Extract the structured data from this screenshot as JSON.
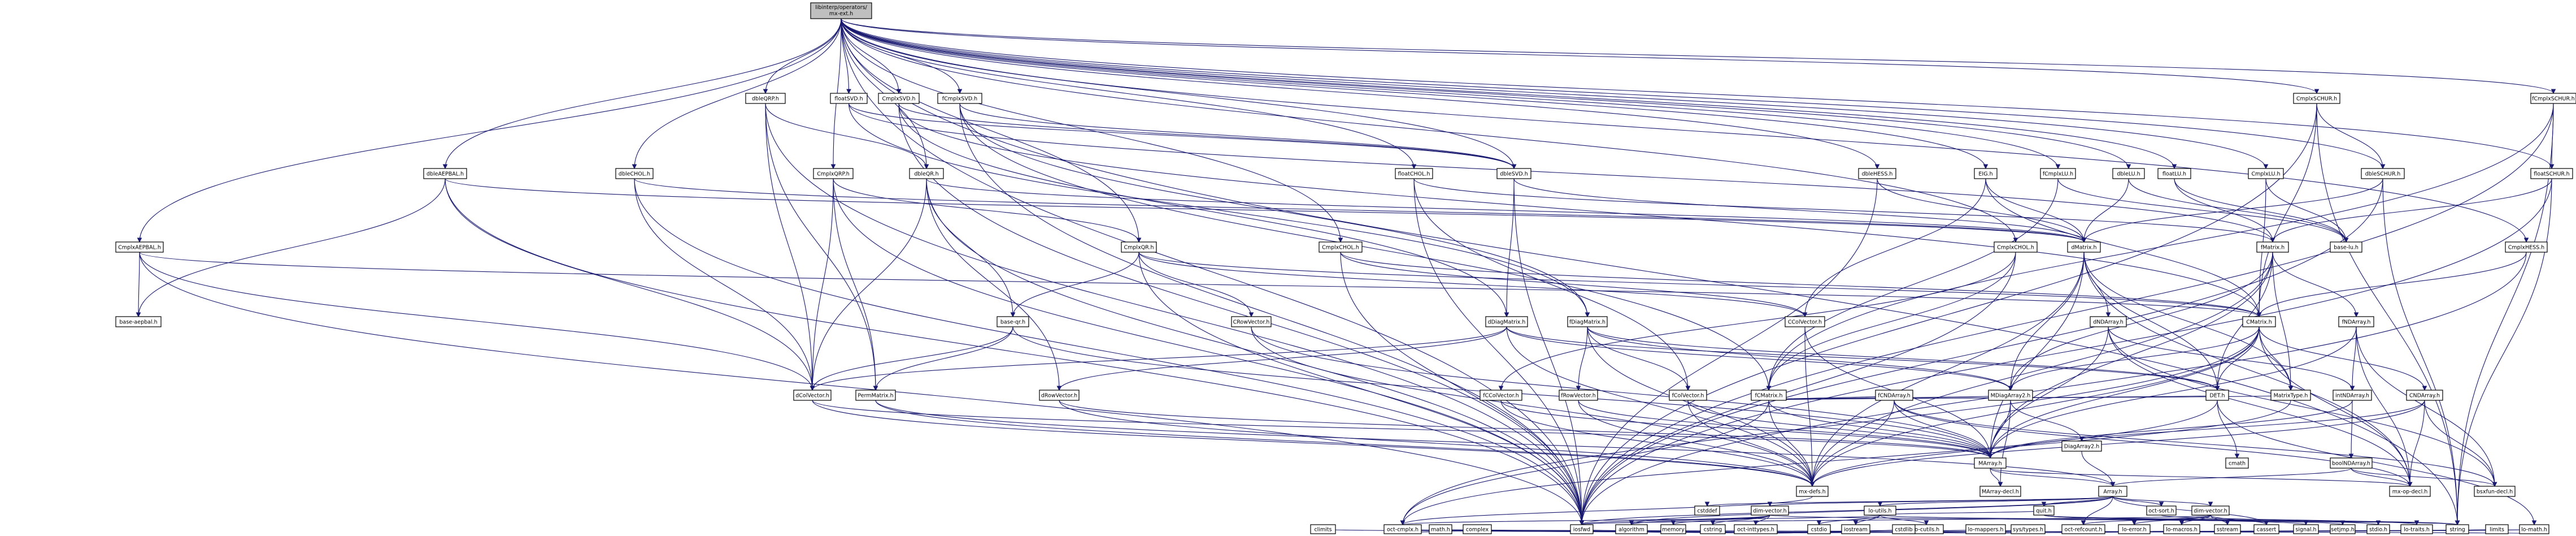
{
  "graph": {
    "root": "libinterp/operators/mx-ext.h",
    "nodes": [
      {
        "id": "root",
        "label": "libinterp/operators/mx-ext.h",
        "root": true
      },
      {
        "id": "dbleQRP",
        "label": "dbleQRP.h"
      },
      {
        "id": "floatSVD",
        "label": "floatSVD.h"
      },
      {
        "id": "CmplxSVD",
        "label": "CmplxSVD.h"
      },
      {
        "id": "fCmplxSVD",
        "label": "fCmplxSVD.h"
      },
      {
        "id": "CmplxSCHUR",
        "label": "CmplxSCHUR.h"
      },
      {
        "id": "fCmplxSCHUR",
        "label": "fCmplxSCHUR.h"
      },
      {
        "id": "dbleAEPBAL",
        "label": "dbleAEPBAL.h"
      },
      {
        "id": "dbleCHOL",
        "label": "dbleCHOL.h"
      },
      {
        "id": "CmplxQRP",
        "label": "CmplxQRP.h"
      },
      {
        "id": "dbleQR",
        "label": "dbleQR.h"
      },
      {
        "id": "floatCHOL",
        "label": "floatCHOL.h"
      },
      {
        "id": "dbleSVD",
        "label": "dbleSVD.h"
      },
      {
        "id": "dbleHESS",
        "label": "dbleHESS.h"
      },
      {
        "id": "EIG",
        "label": "EIG.h"
      },
      {
        "id": "fCmplxLU",
        "label": "fCmplxLU.h"
      },
      {
        "id": "dbleLU",
        "label": "dbleLU.h"
      },
      {
        "id": "floatLU",
        "label": "floatLU.h"
      },
      {
        "id": "CmplxLU",
        "label": "CmplxLU.h"
      },
      {
        "id": "dbleSCHUR",
        "label": "dbleSCHUR.h"
      },
      {
        "id": "floatSCHUR",
        "label": "floatSCHUR.h"
      },
      {
        "id": "CmplxAEPBAL",
        "label": "CmplxAEPBAL.h"
      },
      {
        "id": "CmplxQR",
        "label": "CmplxQR.h"
      },
      {
        "id": "CmplxCHOL",
        "label": "CmplxCHOL.h"
      },
      {
        "id": "CmplxCHOL2",
        "label": "CmplxCHOL.h"
      },
      {
        "id": "dMatrix",
        "label": "dMatrix.h"
      },
      {
        "id": "fMatrix",
        "label": "fMatrix.h"
      },
      {
        "id": "baselu",
        "label": "base-lu.h"
      },
      {
        "id": "CmplxHESS",
        "label": "CmplxHESS.h"
      },
      {
        "id": "baseaepbal",
        "label": "base-aepbal.h"
      },
      {
        "id": "baseqr",
        "label": "base-qr.h"
      },
      {
        "id": "CRowVector",
        "label": "CRowVector.h"
      },
      {
        "id": "dDiagMatrix",
        "label": "dDiagMatrix.h"
      },
      {
        "id": "fDiagMatrix",
        "label": "fDiagMatrix.h"
      },
      {
        "id": "CColVector",
        "label": "CColVector.h"
      },
      {
        "id": "dNDArray",
        "label": "dNDArray.h"
      },
      {
        "id": "CMatrix",
        "label": "CMatrix.h"
      },
      {
        "id": "fNDArray",
        "label": "fNDArray.h"
      },
      {
        "id": "dColVector",
        "label": "dColVector.h"
      },
      {
        "id": "PermMatrix",
        "label": "PermMatrix.h"
      },
      {
        "id": "dRowVector",
        "label": "dRowVector.h"
      },
      {
        "id": "fCColVector",
        "label": "fCColVector.h"
      },
      {
        "id": "fRowVector",
        "label": "fRowVector.h"
      },
      {
        "id": "fColVector",
        "label": "fColVector.h"
      },
      {
        "id": "fCMatrix",
        "label": "fCMatrix.h"
      },
      {
        "id": "fCNDArray",
        "label": "fCNDArray.h"
      },
      {
        "id": "MDiagArray2",
        "label": "MDiagArray2.h"
      },
      {
        "id": "DET",
        "label": "DET.h"
      },
      {
        "id": "MatrixType",
        "label": "MatrixType.h"
      },
      {
        "id": "intNDArray",
        "label": "intNDArray.h"
      },
      {
        "id": "CNDArray",
        "label": "CNDArray.h"
      },
      {
        "id": "MArray",
        "label": "MArray.h"
      },
      {
        "id": "cmath",
        "label": "cmath"
      },
      {
        "id": "boolNDArray",
        "label": "boolNDArray.h"
      },
      {
        "id": "DiagArray2",
        "label": "DiagArray2.h"
      },
      {
        "id": "MArraydecl",
        "label": "MArray-decl.h"
      },
      {
        "id": "mxdefs",
        "label": "mx-defs.h"
      },
      {
        "id": "mxopdecl",
        "label": "mx-op-decl.h"
      },
      {
        "id": "bsxfundecl",
        "label": "bsxfun-decl.h"
      },
      {
        "id": "Array",
        "label": "Array.h"
      },
      {
        "id": "cstddef",
        "label": "cstddef"
      },
      {
        "id": "dimvectorh",
        "label": "dim-vector.h"
      },
      {
        "id": "loutils",
        "label": "lo-utils.h"
      },
      {
        "id": "octsort",
        "label": "oct-sort.h"
      },
      {
        "id": "algorithm",
        "label": "algorithm"
      },
      {
        "id": "memory",
        "label": "memory"
      },
      {
        "id": "cstring",
        "label": "cstring"
      },
      {
        "id": "cstdio",
        "label": "cstdio"
      },
      {
        "id": "iostream",
        "label": "iostream"
      },
      {
        "id": "locutils",
        "label": "lo-cutils.h"
      },
      {
        "id": "quit",
        "label": "quit.h"
      },
      {
        "id": "dimvector2",
        "label": "dim-vector.h"
      },
      {
        "id": "octinttypes",
        "label": "oct-inttypes.h"
      },
      {
        "id": "iosfwd",
        "label": "iosfwd"
      },
      {
        "id": "climits",
        "label": "climits"
      },
      {
        "id": "lomappers",
        "label": "lo-mappers.h"
      },
      {
        "id": "cstdlib",
        "label": "cstdlib"
      },
      {
        "id": "systypes",
        "label": "sys/types.h"
      },
      {
        "id": "octrefcount",
        "label": "oct-refcount.h"
      },
      {
        "id": "loarrayerrwarn",
        "label": "lo-error.h"
      },
      {
        "id": "lomacros",
        "label": "lo-macros.h"
      },
      {
        "id": "sstream",
        "label": "sstream"
      },
      {
        "id": "cassert",
        "label": "cassert"
      },
      {
        "id": "signal",
        "label": "signal.h"
      },
      {
        "id": "setjmp",
        "label": "setjmp.h"
      },
      {
        "id": "stdioh",
        "label": "stdio.h"
      },
      {
        "id": "lotraits",
        "label": "lo-traits.h"
      },
      {
        "id": "string",
        "label": "string"
      },
      {
        "id": "limits",
        "label": "limits"
      },
      {
        "id": "lomath",
        "label": "lo-math.h"
      },
      {
        "id": "octcmplx",
        "label": "oct-cmplx.h"
      },
      {
        "id": "mathh",
        "label": "math.h"
      },
      {
        "id": "complex",
        "label": "complex"
      }
    ]
  }
}
